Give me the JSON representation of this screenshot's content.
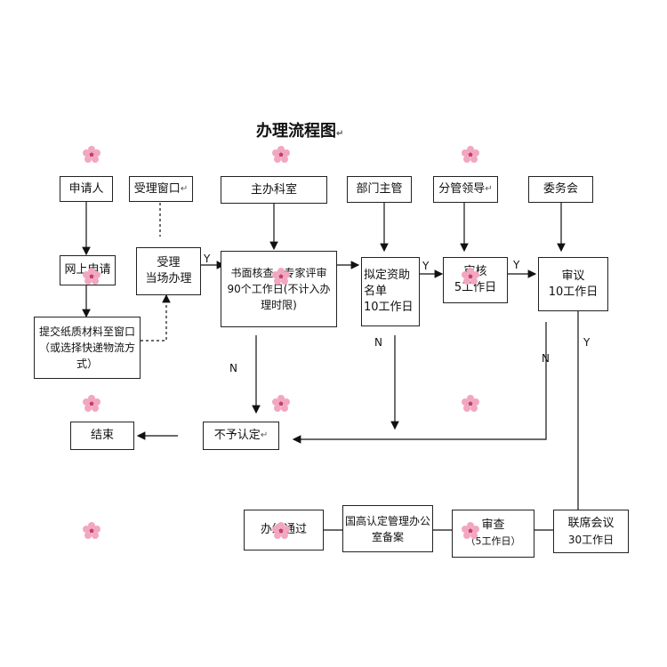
{
  "title": "办理流程图",
  "roles": {
    "applicant": "申请人",
    "window": "受理窗口",
    "office": "主办科室",
    "dept_head": "部门主管",
    "leader": "分管领导",
    "committee": "委务会"
  },
  "steps": {
    "online_apply": "网上申请",
    "submit_paper": "提交纸质材料至窗口（或选择快递物流方式）",
    "accept_1": "受理",
    "accept_2": "当场办理",
    "review_1": "书面核查、专家评审",
    "review_2": "90个工作日(不计入办理时限)",
    "draft_1": "拟定资助",
    "draft_2": "名单",
    "draft_3": "10工作日",
    "audit_1": "审核",
    "audit_2": "5工作日",
    "deliberate_1": "审议",
    "deliberate_2": "10工作日",
    "end": "结束",
    "reject": "不予认定",
    "done": "办结通过",
    "record": "国高认定管理办公室备案",
    "exam_1": "审查",
    "exam_2": "（5工作日）",
    "joint_1": "联席会议",
    "joint_2": "30工作日"
  },
  "labels": {
    "yes": "Y",
    "no": "N"
  }
}
